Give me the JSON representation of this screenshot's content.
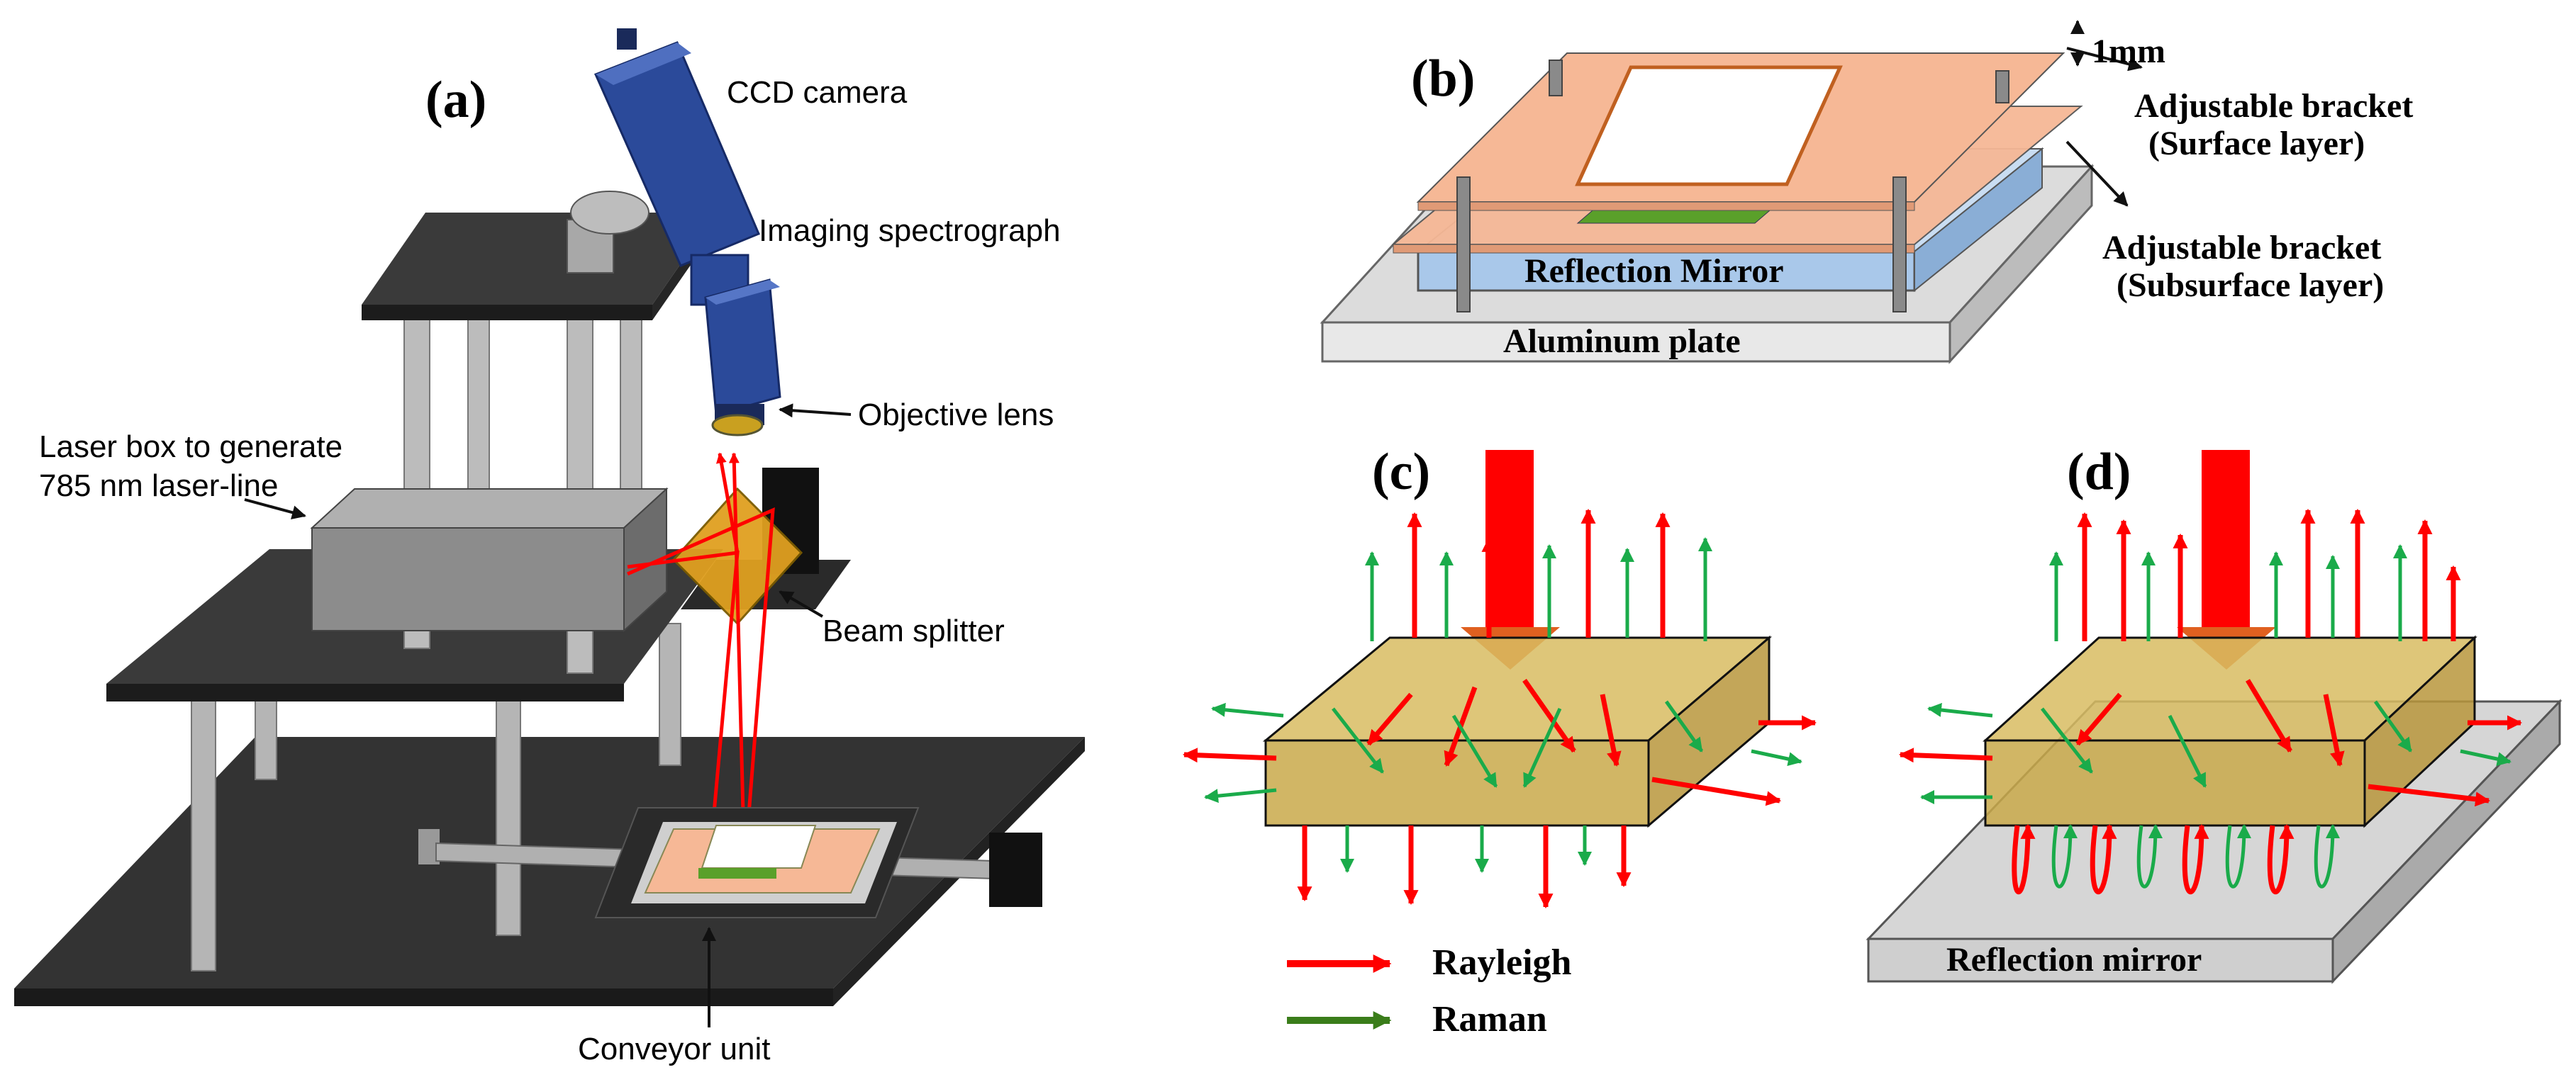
{
  "panels": {
    "a": {
      "label": "(a)",
      "labels": {
        "ccd_camera": "CCD camera",
        "imaging_spectrograph": "Imaging spectrograph",
        "objective_lens": "Objective lens",
        "laser_box_line1": "Laser box to generate",
        "laser_box_line2": "785 nm laser-line",
        "beam_splitter": "Beam splitter",
        "conveyor_unit": "Conveyor unit"
      }
    },
    "b": {
      "label": "(b)",
      "labels": {
        "thickness": "1mm",
        "surface_bracket_line1": "Adjustable bracket",
        "surface_bracket_line2": "(Surface layer)",
        "subsurface_bracket_line1": "Adjustable bracket",
        "subsurface_bracket_line2": "(Subsurface layer)",
        "reflection_mirror": "Reflection Mirror",
        "aluminum_plate": "Aluminum plate"
      }
    },
    "c": {
      "label": "(c)"
    },
    "d": {
      "label": "(d)",
      "labels": {
        "reflection_mirror": "Reflection mirror"
      }
    }
  },
  "legend": {
    "items": [
      {
        "label": "Rayleigh",
        "color": "#ff0000"
      },
      {
        "label": "Raman",
        "color": "#3a7d1a"
      }
    ]
  },
  "colors": {
    "rayleigh": "#ff0000",
    "raman": "#1aab4a",
    "camera_blue": "#2b4a9a",
    "bracket_peach": "#f6b896",
    "mirror_blue": "#a9c8ea",
    "aluminum_gray": "#dcdcdc",
    "sample_gold": "#c9a94a",
    "table_dark": "#3a3a3a",
    "laser_box_gray": "#8c8c8c",
    "beam_splitter_gold": "#e0a020"
  }
}
